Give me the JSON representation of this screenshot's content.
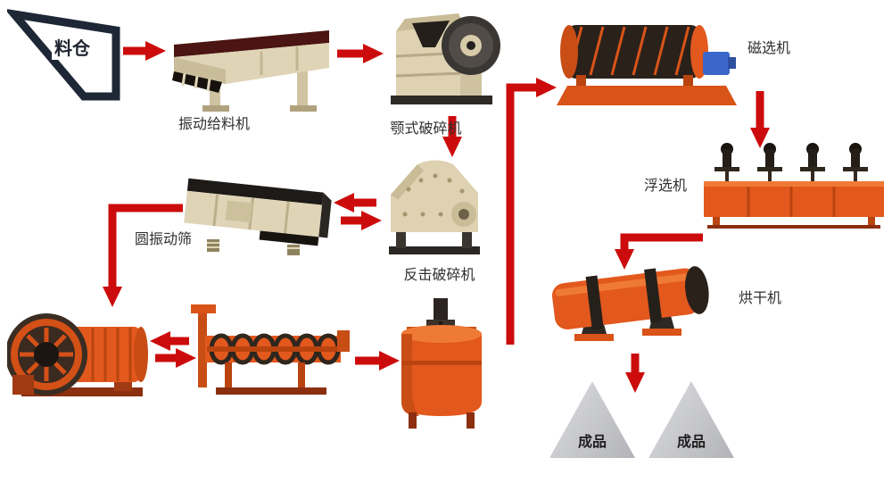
{
  "diagram": {
    "type": "process-flow",
    "subject": "ore-beneficiation-production-line",
    "labels": {
      "silo": "料仓",
      "vibrating_feeder": "振动给料机",
      "jaw_crusher": "颚式破碎机",
      "circular_vibrating_screen": "圆振动筛",
      "impact_crusher": "反击破碎机",
      "magnetic_separator": "磁选机",
      "flotation_machine": "浮选机",
      "dryer": "烘干机",
      "product_left": "成品",
      "product_right": "成品"
    },
    "colors": {
      "arrow_red": "#cc0c0c",
      "machine_orange": "#e2581d",
      "machine_orange_dark": "#b9440f",
      "machine_beige": "#ded3b4",
      "machine_beige_dark": "#c9bc97",
      "dark_metal": "#2a211b",
      "motor_blue": "#3a67c9",
      "product_gray": "#c6c7cb",
      "silo_outline": "#1e2736",
      "label_text": "#2f2f2f",
      "background": "#ffffff"
    }
  }
}
